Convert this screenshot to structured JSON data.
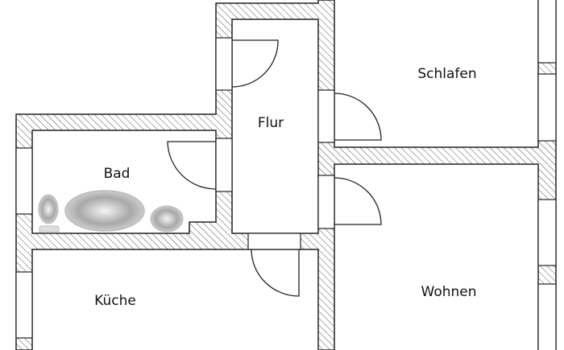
{
  "plan": {
    "rooms": {
      "schlafen": "Schlafen",
      "flur": "Flur",
      "bad": "Bad",
      "kueche": "Küche",
      "wohnen": "Wohnen"
    },
    "colors": {
      "wall_line": "#222222",
      "hatch": "#555555",
      "background": "#ffffff"
    }
  }
}
